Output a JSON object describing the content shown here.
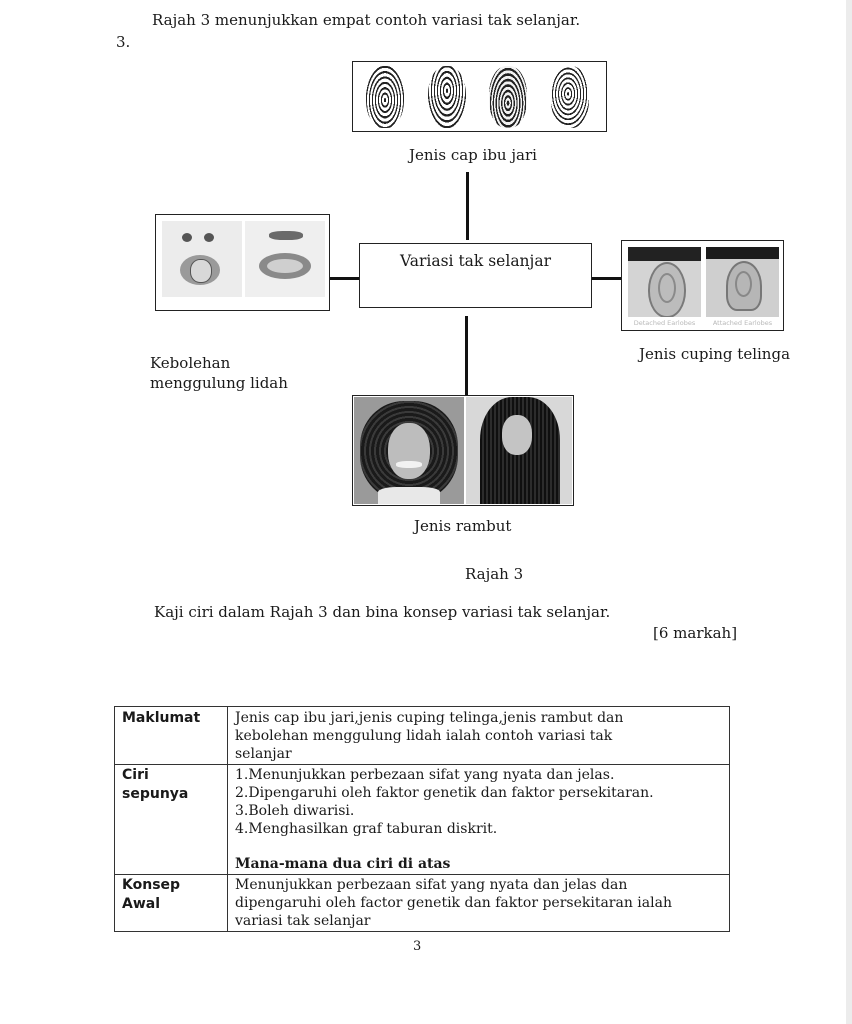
{
  "intro": "Rajah 3 menunjukkan empat contoh variasi tak selanjar.",
  "question_number": "3.",
  "diagram": {
    "center": "Variasi tak selanjar",
    "fingerprint_label": "Jenis cap ibu jari",
    "tongue_label_line1": "Kebolehan",
    "tongue_label_line2": "menggulung lidah",
    "ear_label": "Jenis cuping telinga",
    "ear_captions": [
      "Detached Earlobes",
      "Attached Earlobes"
    ],
    "hair_label": "Jenis rambut",
    "figure_caption": "Rajah 3"
  },
  "instruction": "Kaji ciri  dalam Rajah 3 dan bina konsep variasi tak selanjar.",
  "marks": "[6 markah]",
  "answer_table": {
    "row1": {
      "label": "Maklumat",
      "lines": [
        "Jenis cap ibu jari,jenis cuping telinga,jenis rambut dan",
        "kebolehan menggulung lidah ialah contoh variasi tak",
        "selanjar"
      ]
    },
    "row2": {
      "label_line1": "Ciri",
      "label_line2": "sepunya",
      "items": [
        "1.Menunjukkan perbezaan sifat yang nyata dan jelas.",
        "2.Dipengaruhi oleh faktor genetik dan faktor persekitaran.",
        "3.Boleh diwarisi.",
        "4.Menghasilkan graf taburan diskrit."
      ],
      "note": "Mana-mana dua ciri di atas"
    },
    "row3": {
      "label_line1": "Konsep",
      "label_line2": "Awal",
      "lines": [
        "Menunjukkan perbezaan sifat yang nyata dan jelas dan",
        "dipengaruhi oleh factor genetik dan faktor persekitaran ialah",
        "variasi tak selanjar"
      ]
    }
  },
  "page_number": "3"
}
